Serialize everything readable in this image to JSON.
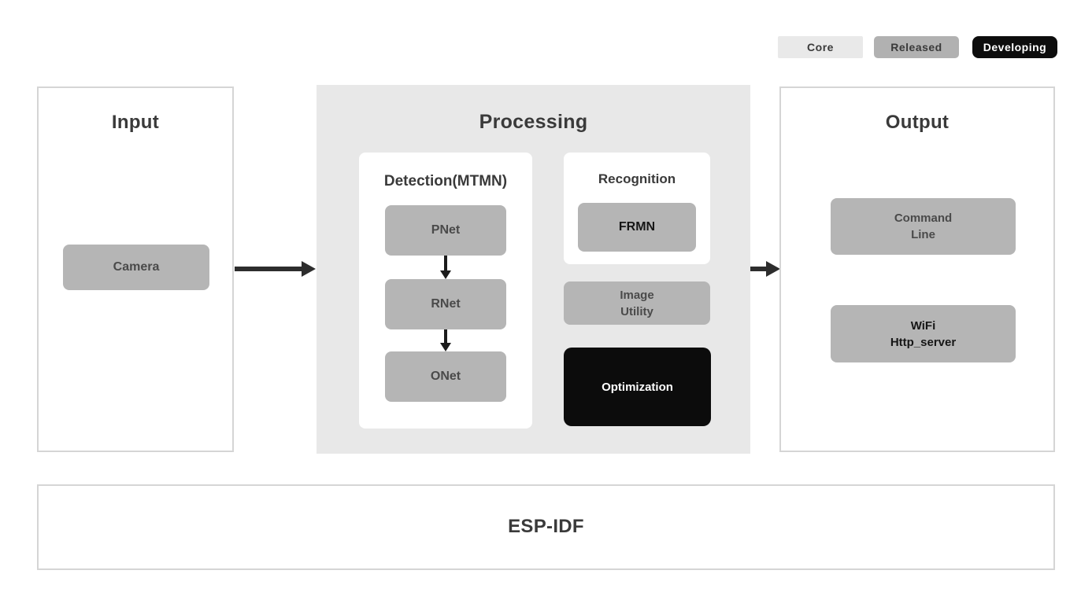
{
  "legend": {
    "items": [
      {
        "label": "Core",
        "color": "#e9e9e9",
        "text_color": "#3a3a3a"
      },
      {
        "label": "Released",
        "color": "#b1b1b1",
        "text_color": "#3a3a3a"
      },
      {
        "label": "Developing",
        "color": "#0d0d0d",
        "text_color": "#ffffff"
      }
    ]
  },
  "diagram": {
    "input": {
      "title": "Input",
      "nodes": [
        {
          "label": "Camera",
          "status": "released"
        }
      ]
    },
    "processing": {
      "title": "Processing",
      "detection": {
        "title": "Detection(MTMN)",
        "nodes": [
          {
            "label": "PNet",
            "status": "released"
          },
          {
            "label": "RNet",
            "status": "released"
          },
          {
            "label": "ONet",
            "status": "released"
          }
        ]
      },
      "recognition": {
        "title": "Recognition",
        "nodes": [
          {
            "label": "FRMN",
            "status": "released"
          }
        ]
      },
      "image_utility": {
        "label": "Image\nUtility",
        "status": "released"
      },
      "optimization": {
        "label": "Optimization",
        "status": "developing"
      }
    },
    "output": {
      "title": "Output",
      "nodes": [
        {
          "label": "Command\nLine",
          "status": "released"
        },
        {
          "label": "WiFi\nHttp_server",
          "status": "released"
        }
      ]
    },
    "foundation": {
      "title": "ESP-IDF"
    }
  },
  "colors": {
    "processing_background": "#e8e8e8",
    "released_node": "#b5b5b5",
    "developing_node": "#0c0c0c",
    "panel_border": "#d5d5d5",
    "arrow": "#2d2d2d"
  }
}
